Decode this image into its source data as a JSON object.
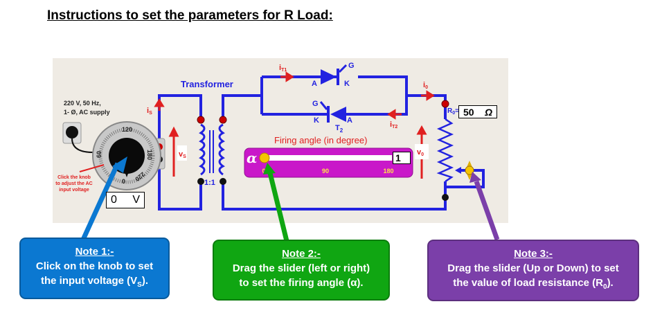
{
  "title": "Instructions to set the parameters for R Load:",
  "supply": {
    "line1": "220 V, 50 Hz,",
    "line2": "1- Ø, AC supply",
    "hint1": "Click the knob",
    "hint2": "to adjust the AC",
    "hint3": "input voltage"
  },
  "knob": {
    "ticks": [
      "120",
      "60",
      "180",
      "0",
      "220"
    ],
    "value": "0",
    "unit": "V"
  },
  "labels": {
    "transformer": "Transformer",
    "ratio": "1:1",
    "is": "i",
    "is_sub": "S",
    "vs": "v",
    "vs_sub": "S",
    "it1": "i",
    "it1_sub": "T1",
    "it2": "i",
    "it2_sub": "T2",
    "io": "i",
    "io_sub": "0",
    "vo": "v",
    "vo_sub": "0",
    "A": "A",
    "K": "K",
    "G": "G",
    "T2": "T",
    "T2_sub": "2",
    "r0": "R",
    "r0_sub": "0",
    "r0_eq": "="
  },
  "slider": {
    "title": "Firing angle (in degree)",
    "symbol": "α",
    "ticks": [
      "0",
      "90",
      "180"
    ],
    "value": "1",
    "fraction": 0.005
  },
  "resistance": {
    "value": "50",
    "unit": "Ω"
  },
  "notes": [
    {
      "heading": "Note 1:-",
      "line1": "Click on the knob to set",
      "line2": "the input voltage (V",
      "sub": "S",
      "line2_end": ")."
    },
    {
      "heading": "Note 2:-",
      "line1": "Drag the slider (left or right)",
      "line2": "to set the firing angle (α)."
    },
    {
      "heading": "Note 3:-",
      "line1": "Drag the slider (Up or Down) to set",
      "line2": "the value of load resistance (R",
      "sub": "0",
      "line2_end": ")."
    }
  ],
  "colors": {
    "wire": "#2222e0",
    "label_red": "#e02020",
    "slider": "#c918c9",
    "note1": "#0b78d1",
    "note2": "#10a612",
    "note3": "#7b3fa9"
  }
}
